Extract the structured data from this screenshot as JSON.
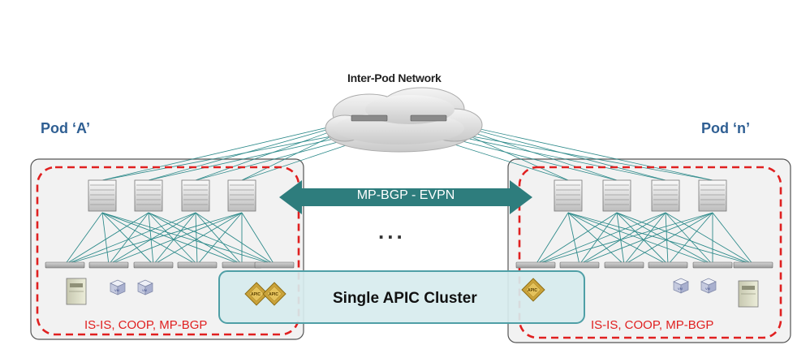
{
  "diagram": {
    "network_label": "Inter-Pod Network",
    "pod_a_label": "Pod ‘A’",
    "pod_n_label": "Pod ‘n’",
    "evpn_label": "MP-BGP - EVPN",
    "ellipsis": "...",
    "cluster_label": "Single APIC Cluster",
    "protocols_label": "IS-IS, COOP, MP-BGP",
    "apic_node_label": "APIC",
    "vm_label": "VM"
  },
  "colors": {
    "link": "#2d8a8a",
    "evpn_arrow": "#2e7d7d",
    "cluster_fill": "#d7ecee",
    "cluster_border": "#4f9fa6",
    "dashed_border": "#e02020",
    "pod_box_fill": "#f2f2f2",
    "pod_label": "#2f5f93"
  }
}
